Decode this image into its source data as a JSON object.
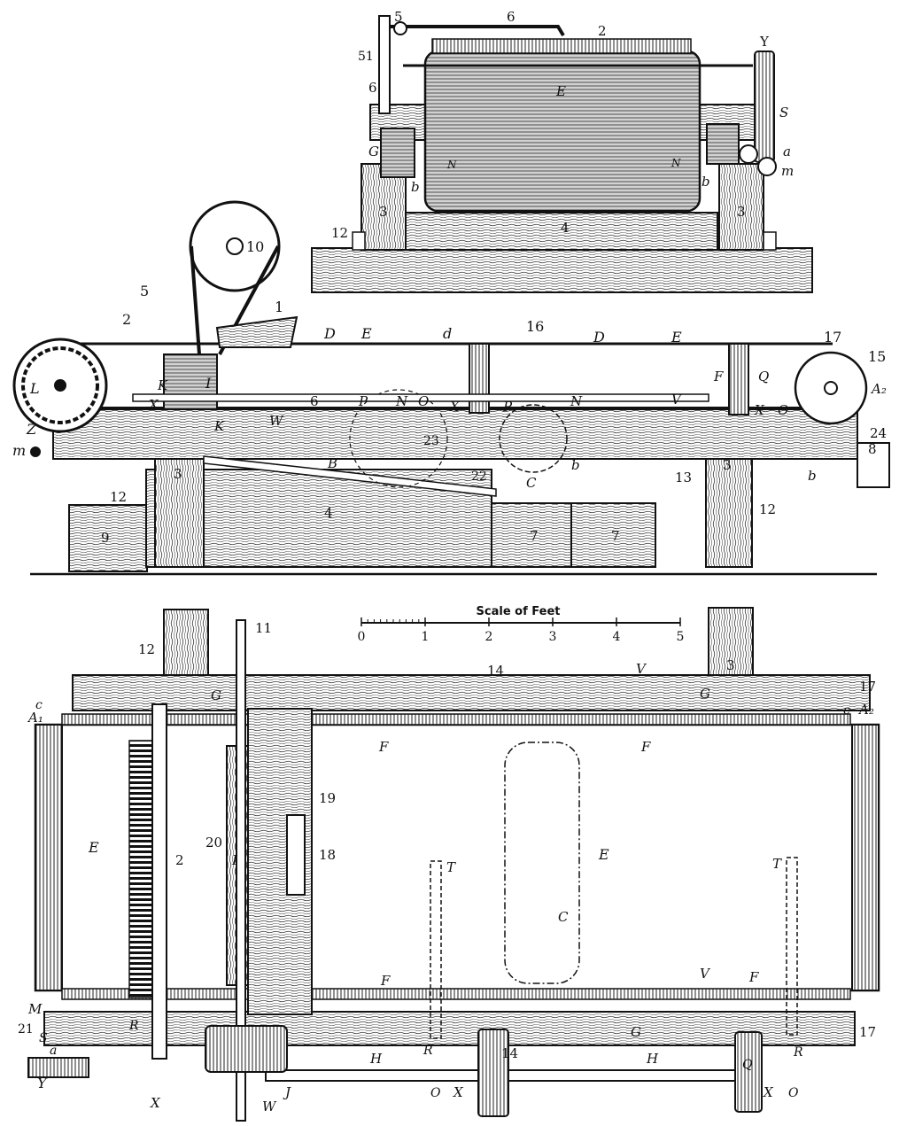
{
  "scale": {
    "title": "Scale of Feet",
    "ticks": [
      "0",
      "1",
      "2",
      "3",
      "4",
      "5"
    ]
  },
  "end_view": {
    "labels": {
      "n5": "5",
      "n6a": "6",
      "n2": "2",
      "Y": "Y",
      "n51": "51",
      "n6b": "6",
      "E": "E",
      "S": "S",
      "G": "G",
      "N1": "N",
      "N2": "N",
      "a": "a",
      "m": "m",
      "b1": "b",
      "b2": "b",
      "n3a": "3",
      "n3b": "3",
      "n4": "4",
      "n12": "12"
    }
  },
  "side_view": {
    "labels": {
      "n10": "10",
      "n1": "1",
      "n5": "5",
      "n2": "2",
      "D1": "D",
      "E1": "E",
      "d": "d",
      "n16": "16",
      "D2": "D",
      "E2": "E",
      "n17": "17",
      "n15": "15",
      "L": "L",
      "I": "I",
      "K1": "K",
      "X1": "X",
      "P1": "P",
      "N1": "N",
      "O1": "O",
      "X2": "X",
      "P2": "P",
      "N2": "N",
      "V": "V",
      "F": "F",
      "Q": "Q",
      "X3": "X",
      "O2": "O",
      "A2": "A₂",
      "n6": "6",
      "W": "W",
      "K2": "K",
      "Z": "Z",
      "m": "m",
      "n23": "23",
      "n24": "24",
      "n8": "8",
      "B": "B",
      "n22": "22",
      "C": "C",
      "b1": "b",
      "b2": "b",
      "n13": "13",
      "n3a": "3",
      "n3b": "3",
      "n12a": "12",
      "n12b": "12",
      "n4": "4",
      "n9": "9",
      "n7a": "7",
      "n7b": "7"
    }
  },
  "plan_view": {
    "labels": {
      "n11": "11",
      "n12": "12",
      "n14a": "14",
      "V1": "V",
      "n3": "3",
      "G1": "G",
      "G2": "G",
      "n17a": "17",
      "c1": "c",
      "A1": "A₁",
      "c2": "c",
      "A2": "A₂",
      "F1": "F",
      "F2": "F",
      "E1": "E",
      "n2": "2",
      "n20": "20",
      "I": "I",
      "n19": "19",
      "n18": "18",
      "T1": "T",
      "E2": "E",
      "T2": "T",
      "C": "C",
      "F3": "F",
      "V2": "V",
      "F4": "F",
      "M": "M",
      "n21": "21",
      "S": "S",
      "a": "a",
      "G3": "G",
      "n17b": "17",
      "R1": "R",
      "R2": "R",
      "R3": "R",
      "H1": "H",
      "n14b": "14",
      "H2": "H",
      "Q": "Q",
      "Y": "Y",
      "X1": "X",
      "W": "W",
      "J": "J",
      "O1": "O",
      "X2": "X",
      "X3": "X",
      "O2": "O"
    }
  }
}
